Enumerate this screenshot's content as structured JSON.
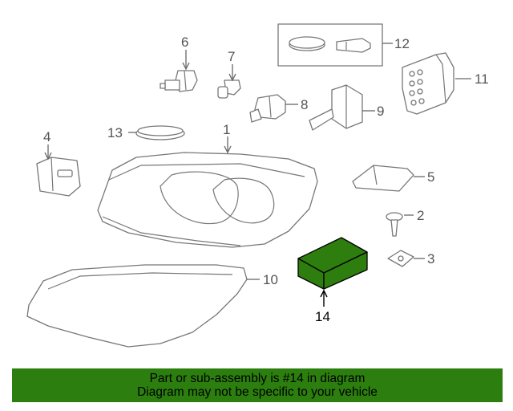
{
  "callouts": {
    "c1": "1",
    "c2": "2",
    "c3": "3",
    "c4": "4",
    "c5": "5",
    "c6": "6",
    "c7": "7",
    "c8": "8",
    "c9": "9",
    "c10": "10",
    "c11": "11",
    "c12": "12",
    "c13": "13",
    "c14": "14"
  },
  "highlight": {
    "part_number": "14",
    "fill_color": "#2e7d0f"
  },
  "banner": {
    "line1": "Part or sub-assembly is #14 in diagram",
    "line2": "Diagram may not be specific to your vehicle",
    "background": "#2c7f0e"
  }
}
